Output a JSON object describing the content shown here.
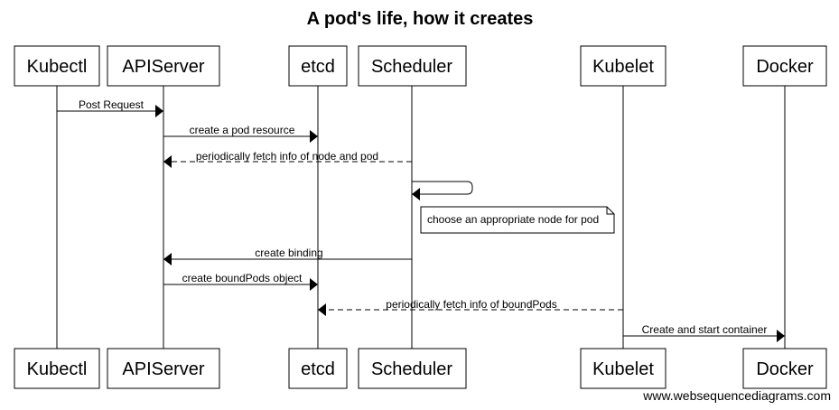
{
  "title": "A pod's life, how it creates",
  "footer": "www.websequencediagrams.com",
  "participants": [
    "Kubectl",
    "APIServer",
    "etcd",
    "Scheduler",
    "Kubelet",
    "Docker"
  ],
  "messages": [
    {
      "from": "Kubectl",
      "to": "APIServer",
      "label": "Post Request",
      "dashed": false
    },
    {
      "from": "APIServer",
      "to": "etcd",
      "label": "create a pod resource",
      "dashed": false
    },
    {
      "from": "Scheduler",
      "to": "APIServer",
      "label": "periodically fetch info of node and pod",
      "dashed": true
    },
    {
      "from": "Scheduler",
      "to": "Scheduler",
      "label": "",
      "dashed": false
    },
    {
      "from": "APIServer",
      "to": "Scheduler",
      "label": "create binding",
      "reverse": true,
      "dashed": false
    },
    {
      "from": "APIServer",
      "to": "etcd",
      "label": "create boundPods object",
      "dashed": false
    },
    {
      "from": "Kubelet",
      "to": "etcd",
      "label": "periodically fetch info of boundPods",
      "dashed": true
    },
    {
      "from": "Kubelet",
      "to": "Docker",
      "label": "Create and start container",
      "dashed": false
    }
  ],
  "note": {
    "attached_to": "Scheduler",
    "text": "choose an appropriate node for pod"
  }
}
